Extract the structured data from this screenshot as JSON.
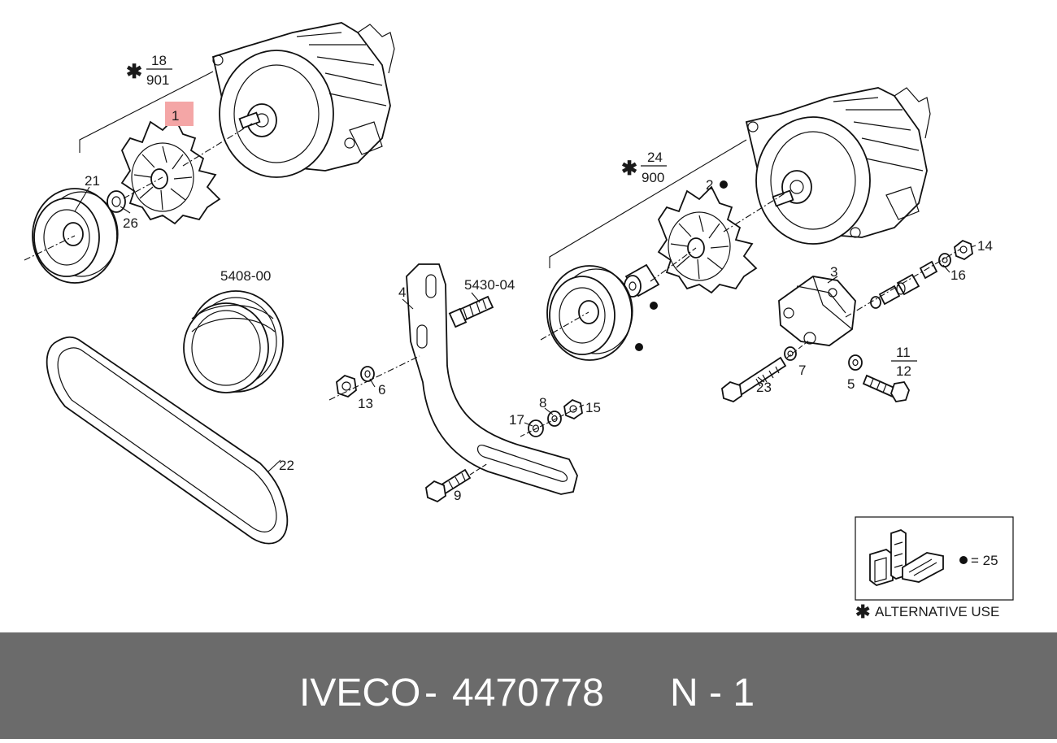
{
  "callouts": {
    "c1": "1",
    "c2": "2",
    "c3": "3",
    "c4": "4",
    "c5": "5",
    "c6": "6",
    "c7": "7",
    "c8": "8",
    "c9": "9",
    "c13": "13",
    "c14": "14",
    "c15": "15",
    "c16": "16",
    "c17": "17",
    "c21": "21",
    "c22": "22",
    "c23": "23",
    "c26": "26",
    "c5408": "5408-00",
    "c5430": "5430-04"
  },
  "fractions": {
    "alt1_top": "18",
    "alt1_bottom": "901",
    "alt2_top": "24",
    "alt2_bottom": "900",
    "bolt_top": "11",
    "bolt_bottom": "12"
  },
  "legend": {
    "kit_ref": "= 25",
    "alternative_use": "ALTERNATIVE USE"
  },
  "footer": {
    "brand": "IVECO",
    "separator": "-",
    "part_number": "4470778",
    "position_code": "N - 1"
  },
  "colors": {
    "highlight": "#f4a6a6",
    "footer_bg": "#6b6b6b",
    "ink": "#111111"
  }
}
